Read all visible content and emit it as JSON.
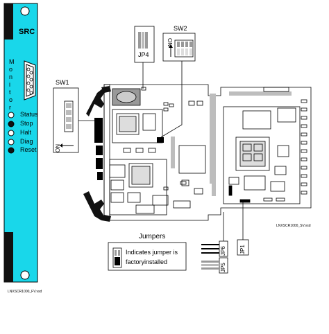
{
  "front_panel": {
    "board_name": "SRC",
    "monitor_letters": [
      "M",
      "o",
      "n",
      "i",
      "t",
      "o",
      "r"
    ],
    "leds": [
      {
        "label": "Status",
        "state": "off"
      },
      {
        "label": "Stop",
        "state": "on"
      },
      {
        "label": "Halt",
        "state": "off"
      },
      {
        "label": "Diag",
        "state": "off"
      },
      {
        "label": "Reset",
        "state": "on"
      }
    ],
    "file_label": "LNXSCR1000_FV.vsd",
    "colors": {
      "panel": "#19d7ea",
      "dark": "#111111"
    }
  },
  "board": {
    "sw1_label": "SW1",
    "sw1_on_label": "ON",
    "sw2_label": "SW2",
    "sw2_on_label": "ON",
    "jp4_label": "JP4",
    "jp6_label": "JP6",
    "jp5_label": "JP5",
    "jp1_label": "JP1",
    "file_label": "LNXSCR1000_SV.vsd"
  },
  "legend": {
    "title": "Jumpers",
    "line1": "Indicates jumper is",
    "line2": "factoryinstalled"
  }
}
